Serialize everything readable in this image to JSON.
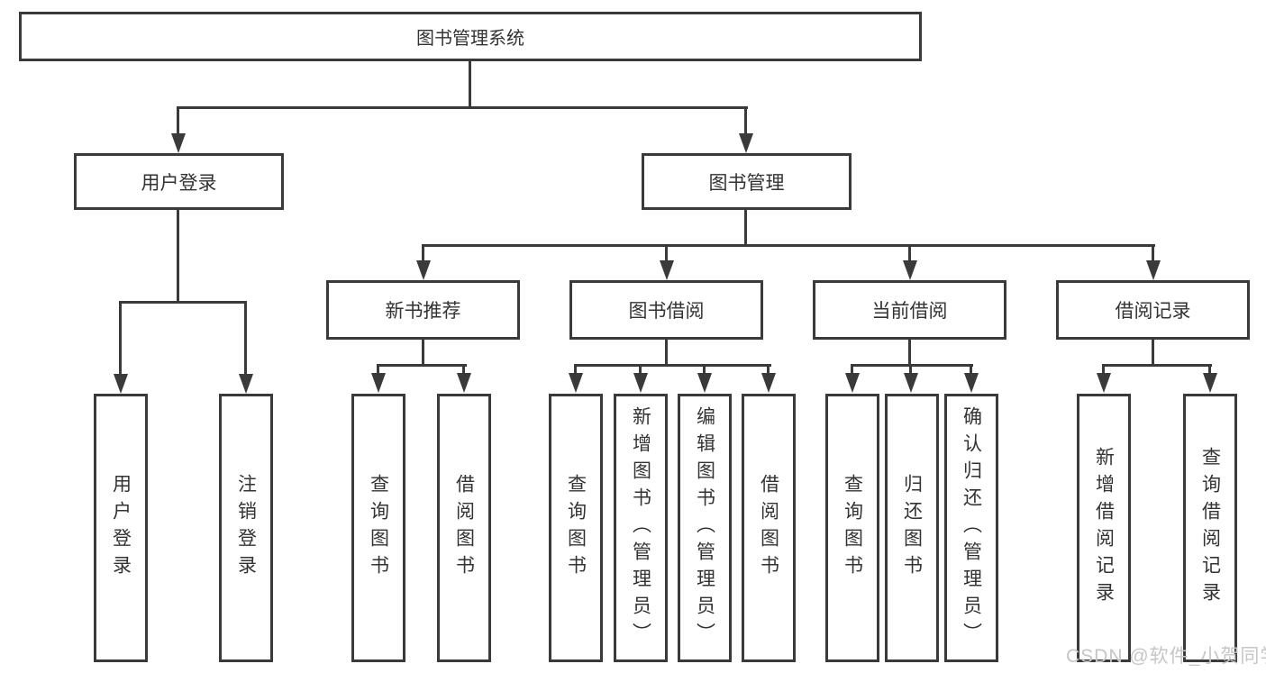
{
  "diagram": {
    "line_color": "#3a3a3a",
    "text_color": "#333333",
    "background": "#ffffff",
    "tree": {
      "label": "图书管理系统",
      "children": [
        {
          "label": "用户登录",
          "children": [
            {
              "label": "用户登录"
            },
            {
              "label": "注销登录"
            }
          ]
        },
        {
          "label": "图书管理",
          "children": [
            {
              "label": "新书推荐",
              "children": [
                {
                  "label": "查询图书"
                },
                {
                  "label": "借阅图书"
                }
              ]
            },
            {
              "label": "图书借阅",
              "children": [
                {
                  "label": "查询图书"
                },
                {
                  "label": "新增图书（管理员）"
                },
                {
                  "label": "编辑图书（管理员）"
                },
                {
                  "label": "借阅图书"
                }
              ]
            },
            {
              "label": "当前借阅",
              "children": [
                {
                  "label": "查询图书"
                },
                {
                  "label": "归还图书"
                },
                {
                  "label": "确认归还（管理员）"
                }
              ]
            },
            {
              "label": "借阅记录",
              "children": [
                {
                  "label": "新增借阅记录"
                },
                {
                  "label": "查询借阅记录"
                }
              ]
            }
          ]
        }
      ]
    }
  },
  "watermark": {
    "text": "CSDN @软件_小贺同学",
    "color": "#c6c6c6"
  }
}
